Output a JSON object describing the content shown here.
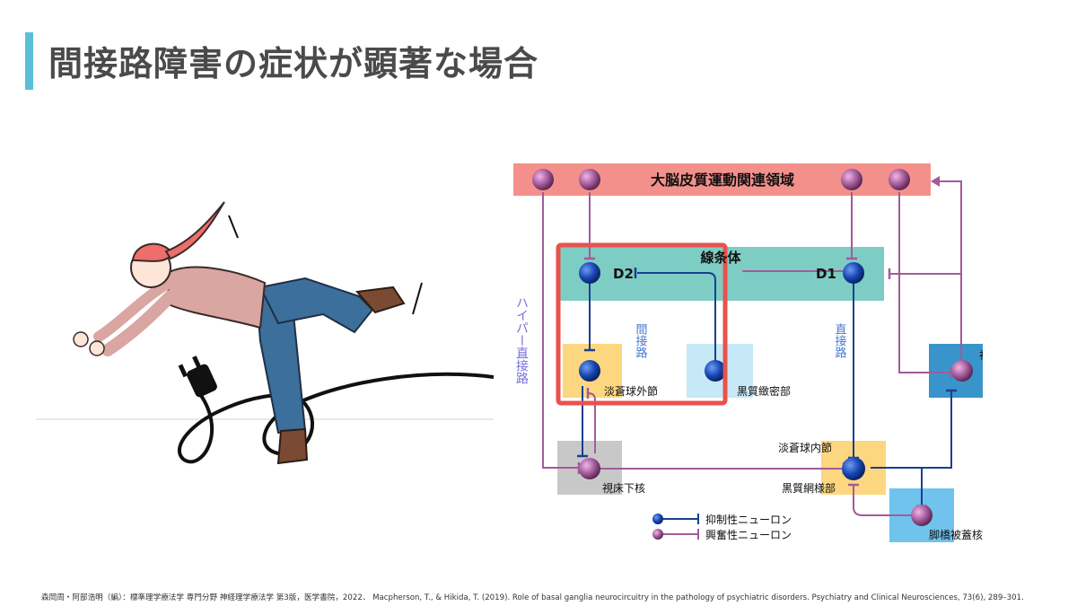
{
  "slide": {
    "title": "間接路障害の症状が顕著な場合",
    "footnote": "森岡周・阿部浩明（編）：標準理学療法学 専門分野 神経理学療法学 第3版，医学書院，2022． Macpherson, T., & Hikida, T. (2019). Role of basal ganglia neurocircuitry in the pathology of psychiatric disorders. Psychiatry and Clinical Neurosciences, 73(6), 289–301."
  },
  "illustration": {
    "subject": "person tripping over power cord"
  },
  "diagram": {
    "cortex": "大脳皮質運動関連領域",
    "striatum": "線条体",
    "d2": "D2",
    "d1": "D1",
    "gpe": "淡蒼球外節",
    "snc": "黒質緻密部",
    "gpi": "淡蒼球内節",
    "snr": "黒質網様部",
    "stn": "視床下核",
    "thalamus": "視床",
    "ppn": "脚橋被蓋核",
    "hyperdirect": "ハイパー直接路",
    "indirect": "間接路",
    "direct": "直接路",
    "legend_inhibitory": "抑制性ニューロン",
    "legend_excitatory": "興奮性ニューロン",
    "colors": {
      "inhibitory": "#1a3f8f",
      "excitatory": "#a35a9a",
      "highlight": "#e8524d",
      "cortex_band": "#f4908b",
      "striatum_band": "#7ecdc4",
      "gp_box": "#fdd77f",
      "thalamus_box": "#3a94cc",
      "ppn_box": "#6fc3ec",
      "snc_box": "#c6e8f7",
      "stn_box": "#c8c8c8"
    }
  }
}
